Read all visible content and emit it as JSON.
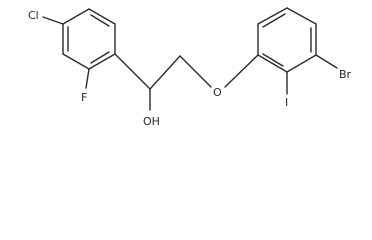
{
  "atoms": {
    "chlorine": "Cl",
    "fluorine": "F",
    "hydroxyl": "OH",
    "ether_oxygen": "O",
    "bromine": "Br",
    "iodine": "I"
  }
}
